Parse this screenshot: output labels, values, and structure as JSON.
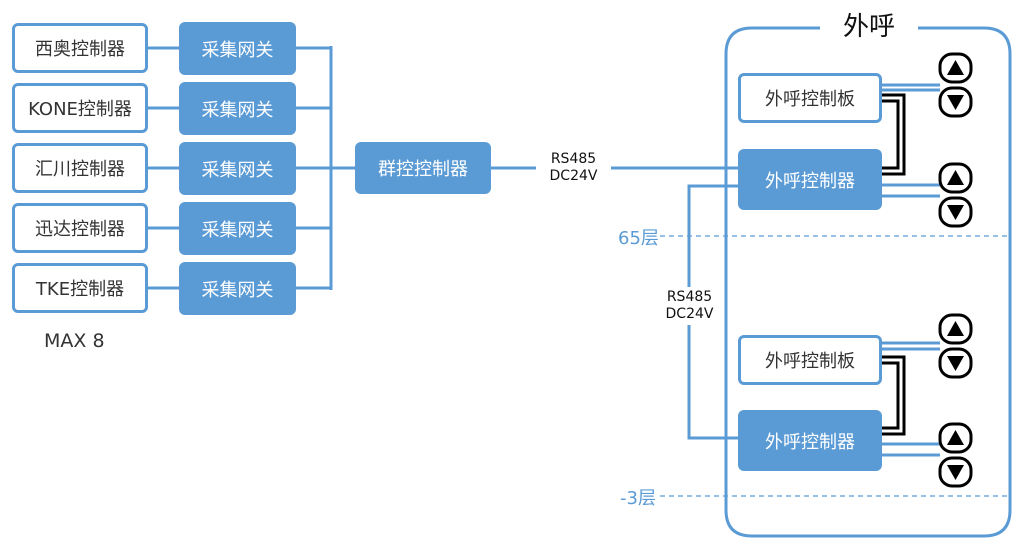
{
  "controllers": [
    {
      "label": "西奥控制器"
    },
    {
      "label": "KONE控制器"
    },
    {
      "label": "汇川控制器"
    },
    {
      "label": "迅达控制器"
    },
    {
      "label": "TKE控制器"
    }
  ],
  "gateway_label": "采集网关",
  "max_note": "MAX 8",
  "group_controller": "群控控制器",
  "link_label_1": {
    "line1": "RS485",
    "line2": "DC24V"
  },
  "link_label_2": {
    "line1": "RS485",
    "line2": "DC24V"
  },
  "hall_call": {
    "title": "外呼",
    "panel_label": "外呼控制板",
    "controller_label": "外呼控制器"
  },
  "floors": {
    "top": "65层",
    "bottom": "-3层"
  },
  "colors": {
    "accent": "#5b9bd5",
    "floor_text": "#5b9bd5",
    "dark": "#000000"
  },
  "icons": {
    "up": "triangle-up-icon",
    "down": "triangle-down-icon"
  }
}
